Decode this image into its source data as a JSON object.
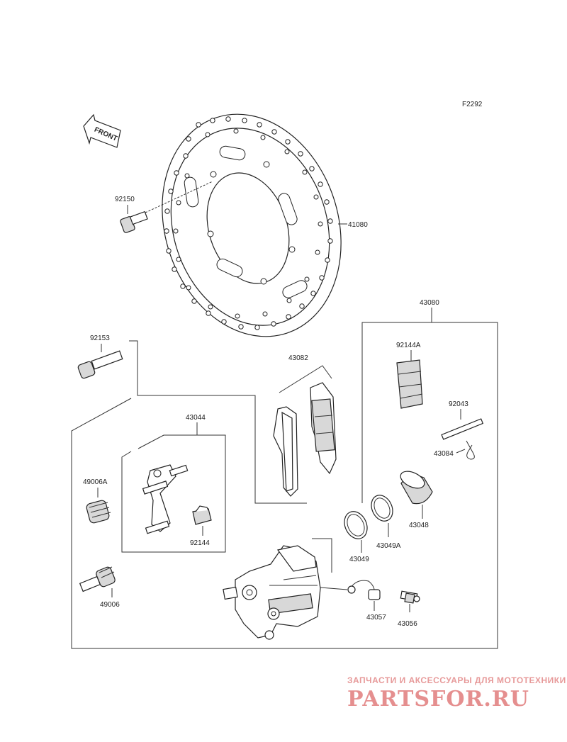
{
  "diagram": {
    "code": "F2292",
    "front_text": "FRONT",
    "labels": {
      "p41080": "41080",
      "p92150": "92150",
      "p43080": "43080",
      "p92153": "92153",
      "p43082": "43082",
      "p92144A": "92144A",
      "p92043": "92043",
      "p43084": "43084",
      "p43044": "43044",
      "p49006A": "49006A",
      "p92144": "92144",
      "p43048": "43048",
      "p43049A": "43049A",
      "p43049": "43049",
      "p49006": "49006",
      "p43057": "43057",
      "p43056": "43056"
    }
  },
  "watermark": {
    "tagline": "ЗАПЧАСТИ И АКСЕССУАРЫ ДЛЯ МОТОТЕХНИКИ",
    "brand": "PARTSFOR.RU"
  }
}
